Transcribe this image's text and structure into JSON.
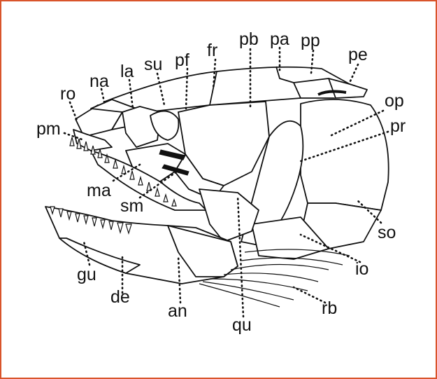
{
  "labels": {
    "ro": "ro",
    "na": "na",
    "la": "la",
    "su": "su",
    "pf": "pf",
    "fr": "fr",
    "pb": "pb",
    "pa": "pa",
    "pp": "pp",
    "pe": "pe",
    "op": "op",
    "pr": "pr",
    "pm": "pm",
    "ma": "ma",
    "sm": "sm",
    "so": "so",
    "io": "io",
    "gu": "gu",
    "de": "de",
    "an": "an",
    "rb": "rb",
    "qu": "qu"
  },
  "colors": {
    "frame_border": "#d9542b",
    "ink": "#111111",
    "background": "#ffffff"
  }
}
